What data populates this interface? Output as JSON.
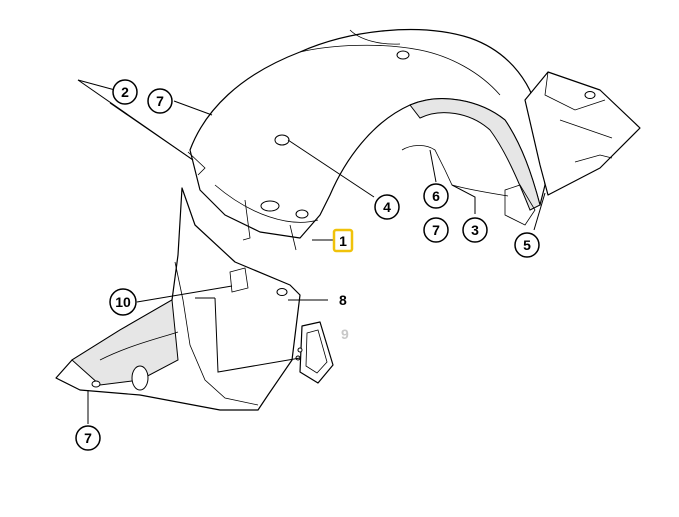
{
  "callouts": [
    {
      "id": "c2",
      "label": "2"
    },
    {
      "id": "c7a",
      "label": "7"
    },
    {
      "id": "c4",
      "label": "4"
    },
    {
      "id": "c6",
      "label": "6"
    },
    {
      "id": "c7b",
      "label": "7"
    },
    {
      "id": "c3",
      "label": "3"
    },
    {
      "id": "c5",
      "label": "5"
    },
    {
      "id": "c10",
      "label": "10"
    },
    {
      "id": "c7c",
      "label": "7"
    }
  ],
  "selected_label": "1",
  "plain_label": "8",
  "faded_label": "9",
  "colors": {
    "highlight": "#f0c20a",
    "faded": "#c8c8c8",
    "line": "#000000"
  }
}
